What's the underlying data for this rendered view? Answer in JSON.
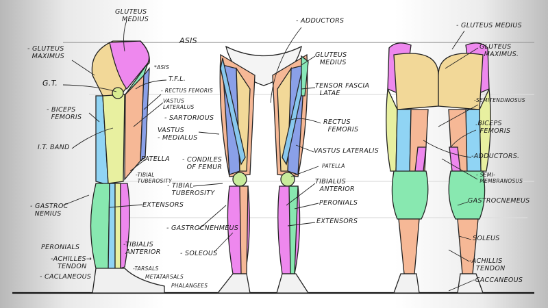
{
  "diagram": {
    "type": "anatomy-reference",
    "views": [
      "side",
      "front",
      "back"
    ],
    "colors": {
      "gluteus_medius": "#ee88ee",
      "gluteus_maximus": "#f2d898",
      "tfl": "#88e8b8",
      "biceps": "#90d4f4",
      "itband": "#e8f0a0",
      "vastus": "#f6b896",
      "sartorius": "#88c8ee",
      "rectus": "#8aa0e8",
      "gastroc": "#88e8b0",
      "tibialis": "#ee88ee"
    }
  },
  "side_labels": {
    "gluteus_medius": "GLUTEUS\n   MEDIUS",
    "gluteus_maximus": "- GLUTEUS\n  MAXIMUS",
    "gt": "G.T.",
    "biceps_femoris": "- BICEPS\n  FEMORIS",
    "it_band": "I.T. BAND",
    "asis": "*ASIS",
    "tfl": "T.F.L.",
    "rectus_femoris": "- RECTUS FEMORIS",
    "vastus_lateralus": "VASTUS\nLATERALUS",
    "sartorious": "- SARTORIOUS",
    "vastus_medialus": "VASTUS\n- MEDIALUS",
    "patella": "PATELLA",
    "condiles": "- CONDILES\n  OF FEMUR",
    "tibial_tuberosity_small": "-TIBIAL\n TUBEROSITY",
    "tibial_tuberosity": "- TIBIAL\n  TUBEROSITY",
    "extensors": "EXTENSORS",
    "gastrocnemius": "- GASTROC\n  NEMIUS",
    "gastrocnehmeus": "- GASTROCNEHMEUS",
    "peronials": "PERONIALS",
    "achilles": "-ACHILLES→\n   TENDON",
    "calcaneus": "- CACLANEOUS",
    "tibialis_anterior": "-TIBIALIS\n ANTERIOR",
    "soleous": "- SOLEOUS",
    "tarsals": "-TARSALS",
    "metatarsals": "METATARSALS",
    "phalangees": "PHALANGEES"
  },
  "front_labels": {
    "asis": "ASIS",
    "adductors": "- ADDUCTORS",
    "gluteus_medius": "GLUTEUS\n  MEDIUS",
    "tfl": "TENSOR FASCIA\n  LATAE",
    "rectus_femoris": "RECTUS\n  FEMORIS",
    "vastus_lateralis": "VASTUS LATERALIS",
    "patella": "PATELLA",
    "tibialis_anterior": "TIBIALUS\n  ANTERIOR",
    "peronials": "PERONIALS",
    "extensors": "EXTENSORS"
  },
  "back_labels": {
    "gluteus_medius": "- GLUTEUS MEDIUS",
    "gluteus_maximus": "GLUTEUS\n  MAXIMUS.",
    "semitendinosus": "-SEMITENDINOSUS",
    "biceps_femoris": ".BICEPS\n  FEMORIS",
    "adductors": "-ADDUCTORS.",
    "semimembranosus": "- SEMI-\n  MEMBRANOSUS",
    "gastrocnemius": "GASTROCNEMEUS",
    "soleus": "SOLEUS",
    "achilles": "-ACHILLIS\n   TENDON",
    "calcaneus": "-CACCANEOUS"
  }
}
